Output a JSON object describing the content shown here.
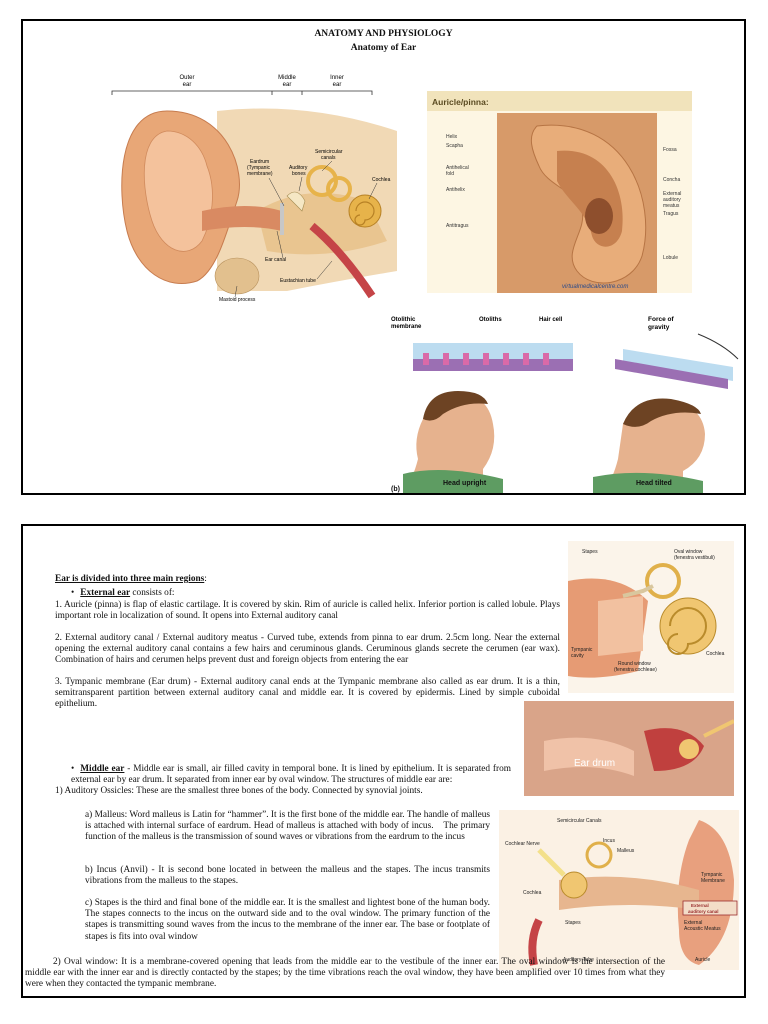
{
  "page1": {
    "title": "ANATOMY AND PHYSIOLOGY",
    "subtitle": "Anatomy of Ear",
    "ear_diagram": {
      "outer": "Outer",
      "middle": "Middle",
      "inner": "Inner",
      "ear": "ear",
      "eardrum": "Eardrum",
      "tympanic": "(Tympanic",
      "membrane": "membrane)",
      "auditory": "Auditory",
      "bones": "bones",
      "semicircular": "Semicircular",
      "canals": "canals",
      "cochlea": "Cochlea",
      "ear_canal": "Ear canal",
      "eustachian": "Eustachian tube",
      "mastoid": "Mastoid process"
    },
    "pinna": {
      "title": "Auricle/pinna:",
      "helix": "Helix",
      "scapha": "Scapha",
      "antihelical1": "Antihelical",
      "antihelical2": "fold",
      "antihelix": "Antihelix",
      "antitragus": "Antitragus",
      "fossa": "Fossa",
      "concha": "Concha",
      "ext1": "External",
      "ext2": "auditory",
      "ext3": "meatus",
      "tragus": "Tragus",
      "lobule": "Lobule",
      "credit": "virtualmedicalcentre.com"
    },
    "otolith": {
      "otolithic1": "Otolithic",
      "otolithic2": "membrane",
      "otoliths": "Otoliths",
      "hair_cell": "Hair cell",
      "force1": "Force of",
      "force2": "gravity",
      "upright": "Head upright",
      "tilted": "Head tilted",
      "b": "(b)"
    }
  },
  "page2": {
    "heading": "Ear is divided into three main regions",
    "heading_colon": ":",
    "external_label": "External ear",
    "external_rest": " consists of:",
    "p1": "1.  Auricle (pinna) is flap of elastic cartilage. It is covered by skin. Rim of auricle is called helix. Inferior portion is called lobule. Plays important role in localization of sound.  It opens into External auditory canal",
    "p2": "2. External auditory canal / External auditory meatus - Curved tube, extends from pinna to ear drum. 2.5cm long. Near the external opening the external auditory canal contains a few hairs and ceruminous glands. Ceruminous glands secrete the cerumen (ear wax). Combination of hairs and cerumen helps prevent dust and foreign objects from entering the ear",
    "p3": "3.  Tympanic membrane (Ear drum) - External auditory canal ends at the Tympanic membrane also called as ear drum. It is a thin, semitransparent partition between external auditory canal and middle ear. It is covered by epidermis. Lined by simple cuboidal epithelium.",
    "middle_label": "Middle ear",
    "middle_rest": " - Middle ear is small, air filled cavity in temporal bone. It is lined by epithelium. It is separated from external ear by ear drum. It separated from inner ear by oval window. The structures of middle ear are:",
    "ossicles": "1) Auditory Ossicles: These are the smallest three bones of the body. Connected by synovial joints.",
    "malleus": "a) Malleus: Word malleus is Latin for “hammer”. It is the first bone of the middle ear. The handle of malleus is attached with internal surface of eardrum. Head of malleus is attached with body of incus. The primary function of the malleus is the transmission of sound waves or vibrations from the eardrum to the incus",
    "incus": "b) Incus (Anvil) - It is second bone located in between the malleus and the stapes. The incus transmits vibrations from the malleus to the stapes.",
    "stapes": "c) Stapes is the third and final bone of the middle ear. It is the smallest and lightest bone of the human body. The stapes connects to the incus on the outward side and to the oval window. The primary function of the stapes is transmitting sound waves from the incus to the membrane of the inner ear. The base or footplate of stapes is fits into oval window",
    "oval": "2) Oval window: It is a membrane-covered opening that leads from the middle ear to the vestibule of the inner ear. The oval window is the intersection of the middle ear with the inner ear and is directly contacted by the stapes; by the time vibrations reach the oval window, they have been amplified over 10 times from what they were when they contacted the tympanic membrane.",
    "fig1": {
      "stapes": "Stapes",
      "oval1": "Oval window",
      "oval2": "(fenestra vestibuli)",
      "tympanic1": "Tympanic",
      "tympanic2": "cavity",
      "round1": "Round window",
      "round2": "(fenestra cochleae)",
      "cochlea": "Cochlea"
    },
    "fig2": {
      "eardrum": "Ear drum"
    },
    "fig3": {
      "semicircular": "Semicircular Canals",
      "cochlear_nerve": "Cochlear Nerve",
      "incus": "Incus",
      "malleus": "Malleus",
      "tympanic1": "Tympanic",
      "tympanic2": "Membrane",
      "ext_canal1": "External",
      "ext_canal2": "auditory canal",
      "cochlea": "Cochlea",
      "stapes": "Stapes",
      "ext_meatus1": "External",
      "ext_meatus2": "Acoustic Meatus",
      "auditory_tube": "Auditory Tube",
      "auricle": "Auricle"
    }
  }
}
